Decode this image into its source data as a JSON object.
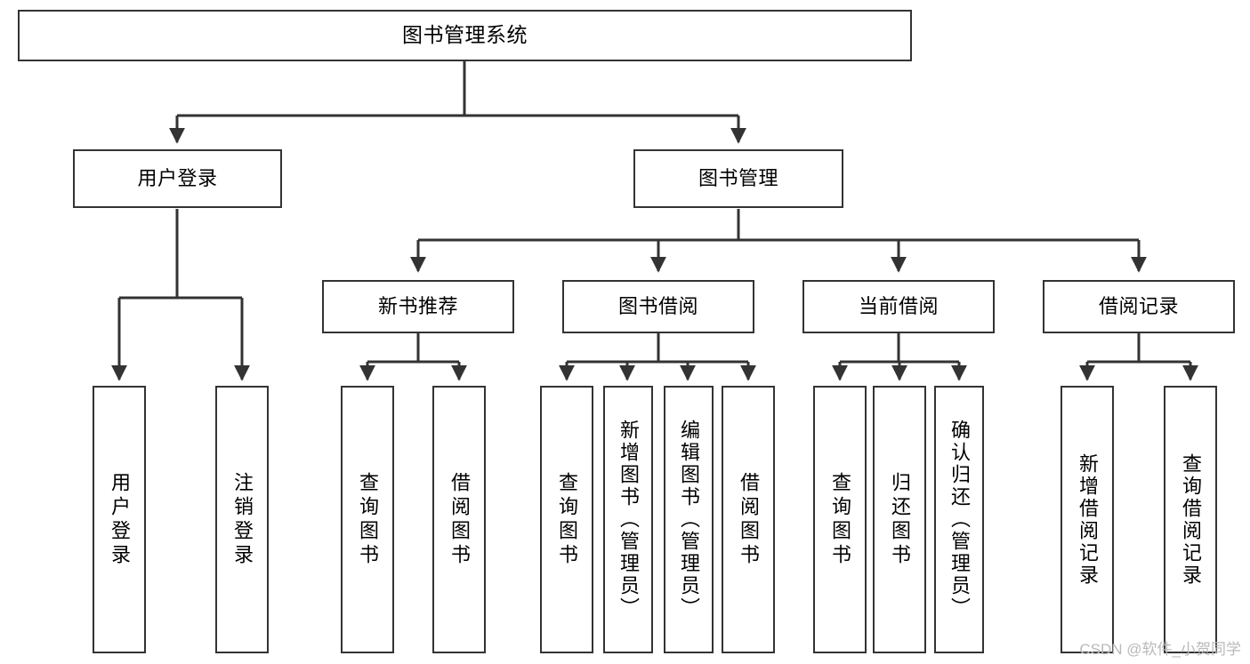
{
  "diagram": {
    "title": "图书管理系统",
    "type": "tree-hierarchy-chart",
    "colors": {
      "stroke": "#333333",
      "fill": "#ffffff",
      "text": "#000000",
      "watermark": "#b9b9b9"
    },
    "root": {
      "label": "图书管理系统"
    },
    "level2": [
      {
        "label": "用户登录"
      },
      {
        "label": "图书管理"
      }
    ],
    "level3": [
      {
        "label": "新书推荐"
      },
      {
        "label": "图书借阅"
      },
      {
        "label": "当前借阅"
      },
      {
        "label": "借阅记录"
      }
    ],
    "leaves": {
      "user_login": [
        {
          "label": "用户登录"
        },
        {
          "label": "注销登录"
        }
      ],
      "new_book_recommend": [
        {
          "label": "查询图书"
        },
        {
          "label": "借阅图书"
        }
      ],
      "book_borrow": [
        {
          "label": "查询图书"
        },
        {
          "label": "新增图书（管理员）"
        },
        {
          "label": "编辑图书（管理员）"
        },
        {
          "label": "借阅图书"
        }
      ],
      "current_borrow": [
        {
          "label": "查询图书"
        },
        {
          "label": "归还图书"
        },
        {
          "label": "确认归还（管理员）"
        }
      ],
      "borrow_record": [
        {
          "label": "新增借阅记录"
        },
        {
          "label": "查询借阅记录"
        }
      ]
    }
  },
  "watermark": {
    "text": "CSDN @软件_小贺同学"
  }
}
